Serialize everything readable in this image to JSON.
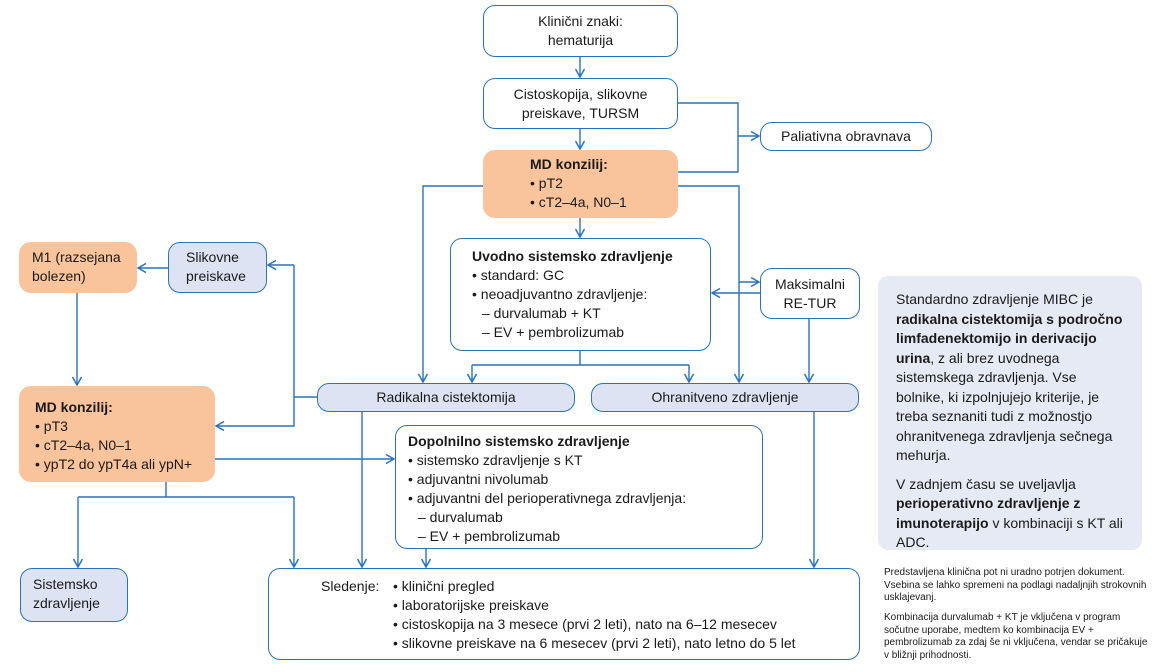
{
  "colors": {
    "line": "#2a73b8",
    "md_fill": "#f9c49b",
    "treatment_fill": "#dde3f2",
    "info_fill": "#e6eaf4"
  },
  "nodes": {
    "klinicni": "Klinični znaki: hematurija",
    "cisto": "Cistoskopija, slikovne preiskave, TURSM",
    "paliativna": "Paliativna obravnava",
    "md1": {
      "title": "MD konzilij:",
      "items": [
        "• pT2",
        "• cT2–4a, N0–1"
      ]
    },
    "uvodno": {
      "title": "Uvodno sistemsko zdravljenje",
      "items": [
        "• standard: GC",
        "• neoadjuvantno zdravljenje:",
        "– durvalumab + KT",
        "– EV + pembrolizumab"
      ]
    },
    "maksimalni": "Maksimalni RE-TUR",
    "slikovne": "Slikovne preiskave",
    "m1": "M1 (razsejana bolezen)",
    "radikalna": "Radikalna cistektomija",
    "ohranitveno": "Ohranitveno zdravljenje",
    "md2": {
      "title": "MD konzilij:",
      "items": [
        "• pT3",
        "• cT2–4a, N0–1",
        "• ypT2 do ypT4a ali ypN+"
      ]
    },
    "dopolnilno": {
      "title": "Dopolnilno sistemsko zdravljenje",
      "items": [
        "• sistemsko zdravljenje s KT",
        "• adjuvantni nivolumab",
        "• adjuvantni del perioperativnega zdravljenja:",
        "– durvalumab",
        "– EV + pembrolizumab"
      ]
    },
    "sistemsko": "Sistemsko zdravljenje",
    "sledenje": {
      "label": "Sledenje:",
      "items": [
        "• klinični pregled",
        "• laboratorijske preiskave",
        "• cistoskopija na 3 mesece (prvi 2 leti), nato na 6–12 mesecev",
        "• slikovne preiskave na 6 mesecev (prvi 2 leti), nato letno do 5 let"
      ]
    }
  },
  "info": {
    "p1": [
      "Standardno zdravljenje MIBC je ",
      "radikalna cistektomija s področno limfadenektomijo in derivacijo urina",
      ", z ali brez uvodnega sistemskega zdravljenja. Vse bolnike, ki izpolnjujejo kriterije, je treba seznaniti tudi z možnostjo ohranitvenega zdravljenja sečnega mehurja."
    ],
    "p2": [
      "V zadnjem času se uveljavlja ",
      "perioperativno zdravljenje z imunoterapijo",
      " v kombinaciji s KT ali ADC."
    ]
  },
  "notes": [
    "Predstavljena klinična pot ni uradno potrjen dokument. Vsebina se lahko spremeni na podlagi nadaljnjih strokovnih usklajevanj.",
    "Kombinacija durvalumab + KT je vključena v program sočutne uporabe, medtem ko kombinacija EV + pembrolizumab za zdaj še ni vključena, vendar se pričakuje v bližnji prihodnosti."
  ]
}
